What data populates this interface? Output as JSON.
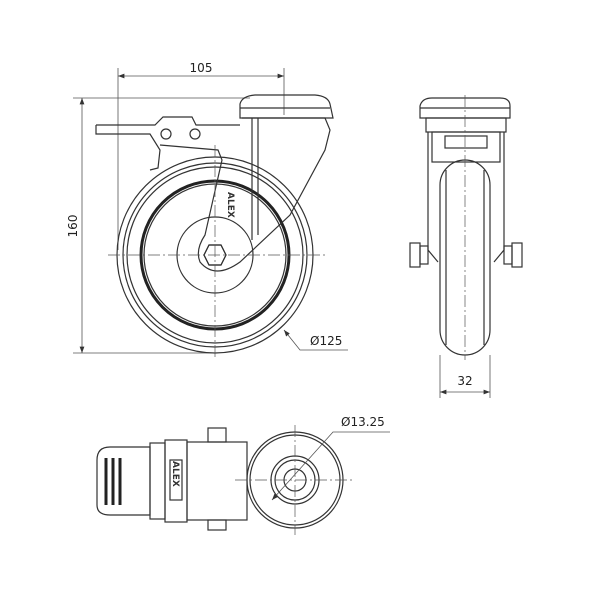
{
  "drawing": {
    "brand_logo": "ALEX",
    "dimensions": {
      "mount_offset": "105",
      "overall_height": "160",
      "wheel_diameter": "Ø125",
      "wheel_width": "32",
      "bolt_hole_diameter": "Ø13.25"
    }
  }
}
